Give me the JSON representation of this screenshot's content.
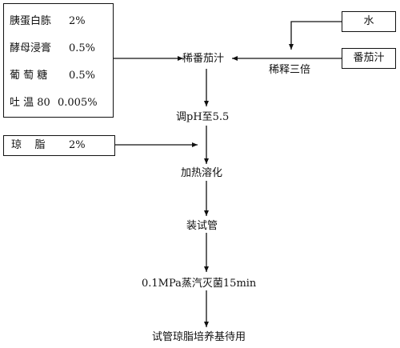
{
  "media_box": {
    "rows": [
      {
        "name": "胰蛋白胨",
        "amount": "2%"
      },
      {
        "name": "酵母浸膏",
        "amount": "0.5%"
      },
      {
        "name": "葡 萄 糖",
        "amount": "0.5%"
      },
      {
        "name": "吐 温 80",
        "amount": "0.005%"
      }
    ]
  },
  "agar_box": {
    "name": "琼    脂",
    "amount": "2%"
  },
  "water_box": "水",
  "tomato_box": "番茄汁",
  "dilute_label": "稀释三倍",
  "steps": [
    "稀番茄汁",
    "调pH至5.5",
    "加热溶化",
    "装试管",
    "0.1MPa蒸汽灭菌15min",
    "试管琼脂培养基待用"
  ]
}
